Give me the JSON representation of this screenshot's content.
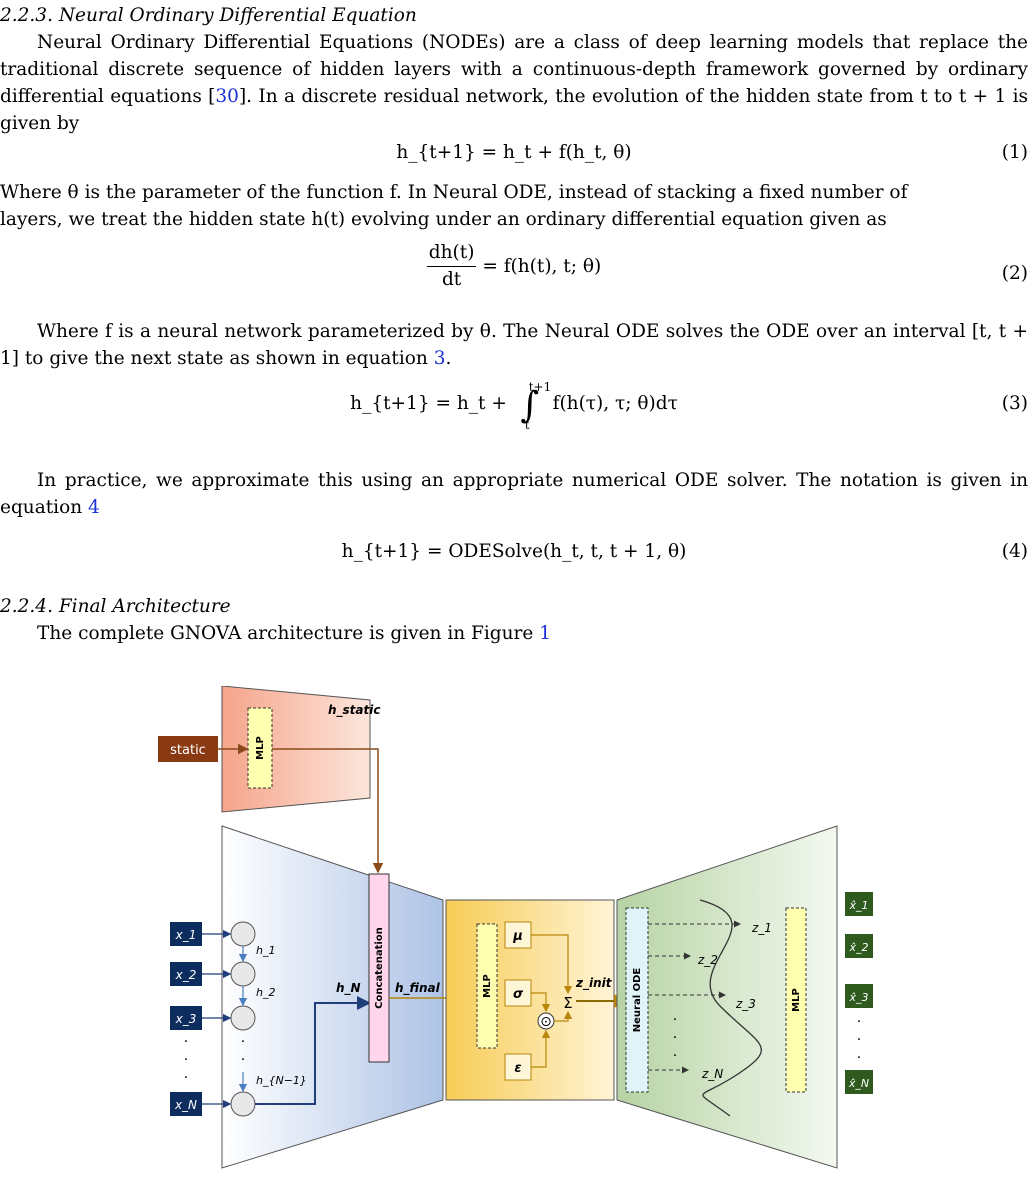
{
  "section_ode": {
    "heading": "2.2.3. Neural Ordinary Differential Equation",
    "para1_a": "Neural Ordinary Differential Equations (NODEs) are a class of deep learning models that replace the traditional discrete sequence of hidden layers with a continuous-depth framework governed by ordinary differential equations [",
    "para1_ref": "30",
    "para1_b": "]. In a discrete residual network, the evolution of the hidden state from t to t + 1 is given by",
    "eq1": "h_{t+1} = h_t + f(h_t, θ)",
    "eq1_num": "(1)",
    "para2_l1": "Where θ is the parameter of the function f. In Neural ODE, instead of stacking a fixed number of",
    "para2_l2": "layers, we treat the hidden state h(t) evolving under an ordinary differential equation given as",
    "eq2_num_top": "dh(t)",
    "eq2_den": "dt",
    "eq2_rhs": "= f(h(t), t; θ)",
    "eq2_num": "(2)",
    "para3_a": "Where f is a neural network parameterized by θ. The Neural ODE solves the ODE over an interval [t, t + 1] to give the next state as shown in equation ",
    "para3_ref": "3",
    "para3_b": ".",
    "eq3_lhs": "h_{t+1} = h_t +",
    "eq3_upper": "t+1",
    "eq3_lower": "t",
    "eq3_rhs": "f(h(τ), τ; θ)dτ",
    "eq3_num": "(3)",
    "para4_a": "In practice, we approximate this using an appropriate numerical ODE solver. The notation is given in equation ",
    "para4_ref": "4",
    "eq4": "h_{t+1} = ODESolve(h_t, t, t + 1, θ)",
    "eq4_num": "(4)"
  },
  "section_arch": {
    "heading": "2.2.4. Final Architecture",
    "para_a": "The complete GNOVA architecture is given in Figure ",
    "para_ref": "1"
  },
  "figure": {
    "static_label": "static",
    "mlp_static": "MLP",
    "h_static": "h_static",
    "inputs": [
      "x_1",
      "x_2",
      "x_3",
      "x_N"
    ],
    "hidden_labels": [
      "h_1",
      "h_2",
      "h_{N−1}"
    ],
    "h_N": "h_N",
    "concat_label": "Concatenation",
    "h_final": "h_final",
    "mlp_mid": "MLP",
    "mu": "μ",
    "sigma": "σ",
    "epsilon": "ε",
    "sum": "Σ",
    "odot": "⊙",
    "z_init": "z_init",
    "neural_ode": "Neural ODE",
    "z_labels": [
      "z_1",
      "z_2",
      "z_3",
      "z_N"
    ],
    "mlp_out": "MLP",
    "outputs": [
      "x̂_1",
      "x̂_2",
      "x̂_3",
      "x̂_N"
    ],
    "colors": {
      "encoder_blue": "#aec3e6",
      "latent_yellow": "#f7cc55",
      "decoder_green": "#b6d3a4",
      "static_brown": "#8a3a12",
      "input_navy": "#0d2d5e",
      "output_green": "#2e5a1e",
      "mlp_fill": "#ffffb0",
      "concat_fill": "#ffd6ec",
      "ode_fill": "#dff3f8",
      "arrow_gold": "#b8860b",
      "arrow_brown": "#8b4a1a",
      "arrow_blue": "#4a7fc1"
    }
  }
}
